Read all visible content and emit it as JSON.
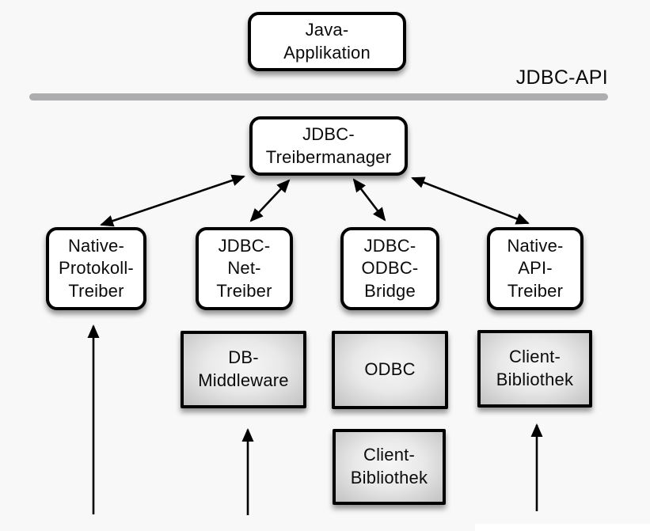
{
  "labels": {
    "api": "JDBC-API"
  },
  "nodes": {
    "java_application": "Java-\nApplikation",
    "jdbc_treibermanager": "JDBC-\nTreibermanager",
    "native_protokoll_treiber": "Native-\nProtokoll-\nTreiber",
    "jdbc_net_treiber": "JDBC-\nNet-\nTreiber",
    "jdbc_odbc_bridge": "JDBC-\nODBC-\nBridge",
    "native_api_treiber": "Native-\nAPI-\nTreiber",
    "db_middleware": "DB-\nMiddleware",
    "odbc": "ODBC",
    "client_bibliothek_mitte": "Client-\nBibliothek",
    "client_bibliothek_rechts": "Client-\nBibliothek"
  },
  "colors": {
    "background": "#f8f8f8",
    "box_border": "#000000",
    "box_fill_white": "#ffffff",
    "box_fill_gray_center": "#f6f6f6",
    "box_fill_gray_edge": "#c2c2c2",
    "divider": "#adadb0",
    "arrow": "#000000",
    "text": "#0b0b0b"
  }
}
